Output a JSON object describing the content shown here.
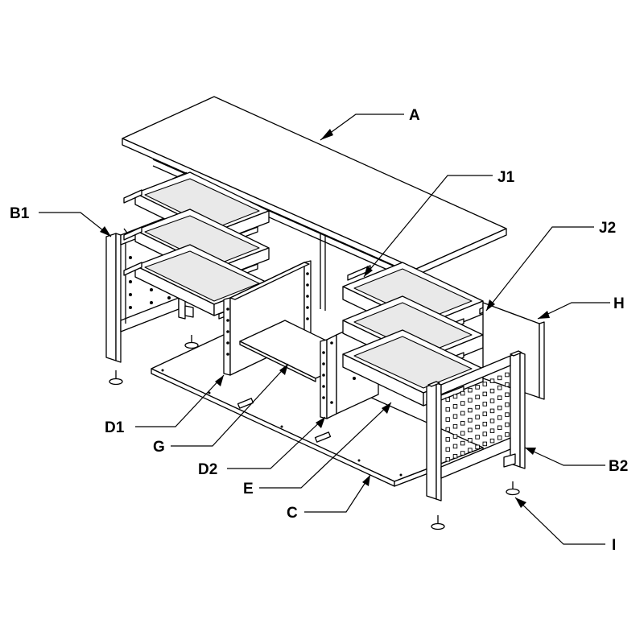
{
  "labels": {
    "A": "A",
    "B1": "B1",
    "B2": "B2",
    "C": "C",
    "D1": "D1",
    "D2": "D2",
    "E": "E",
    "G": "G",
    "H": "H",
    "I": "I",
    "J1": "J1",
    "J2": "J2"
  }
}
